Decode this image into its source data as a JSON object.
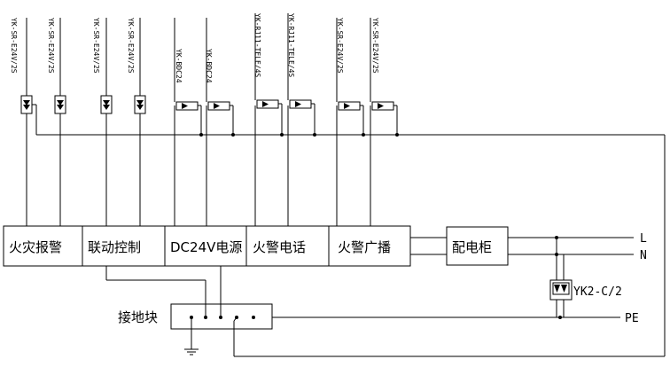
{
  "module_labels": {
    "fire_alarm": "火灾报警",
    "linkage_control": "联动控制",
    "dc24v_power": "DC24V电源",
    "fire_telephone": "火警电话",
    "fire_broadcast": "火警广播"
  },
  "distribution_cabinet": "配电柜",
  "grounding_block": "接地块",
  "surge_device_label": "YK2-C/2",
  "line_labels": {
    "live": "L",
    "neutral": "N",
    "protective_earth": "PE"
  },
  "protector_labels": [
    "YK-SR-E24V/2S",
    "YK-SR-E24V/2S",
    "YK-SR-E24V/2S",
    "YK-SR-E24V/2S",
    "YK-BDC24",
    "YK-BDC24",
    "YK-RJ11-TELE/4S",
    "YK-RJ11-TELE/4S",
    "YK-SR-E24V/2S",
    "YK-SR-E24V/2S"
  ]
}
